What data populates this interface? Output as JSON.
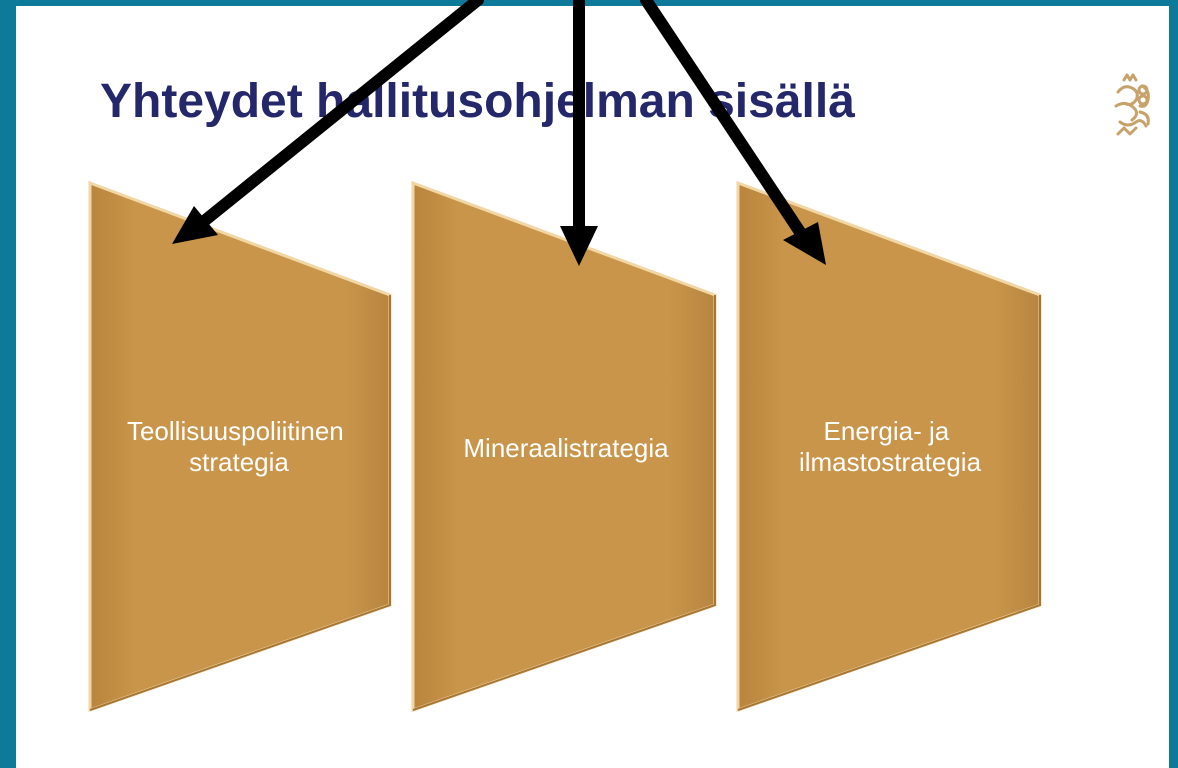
{
  "slide": {
    "title": "Yhteydet hallitusohjelman sisällä"
  },
  "panels": [
    {
      "label_lines": [
        "Teollisuuspoliitinen",
        "strategia"
      ]
    },
    {
      "label_lines": [
        "Mineraalistrategia"
      ]
    },
    {
      "label_lines": [
        "Energia- ja",
        "ilmastostrategia"
      ]
    }
  ],
  "colors": {
    "frame": "#0e7a99",
    "title": "#242769",
    "panel_fill": "#c8954a",
    "panel_highlight": "#f2d6a4",
    "panel_label": "#ffffff",
    "arrow": "#000000",
    "crest": "#c7a26a"
  },
  "icons": {
    "logo": "finnish-lion-crest-icon",
    "arrow": "black-arrow-icon"
  }
}
